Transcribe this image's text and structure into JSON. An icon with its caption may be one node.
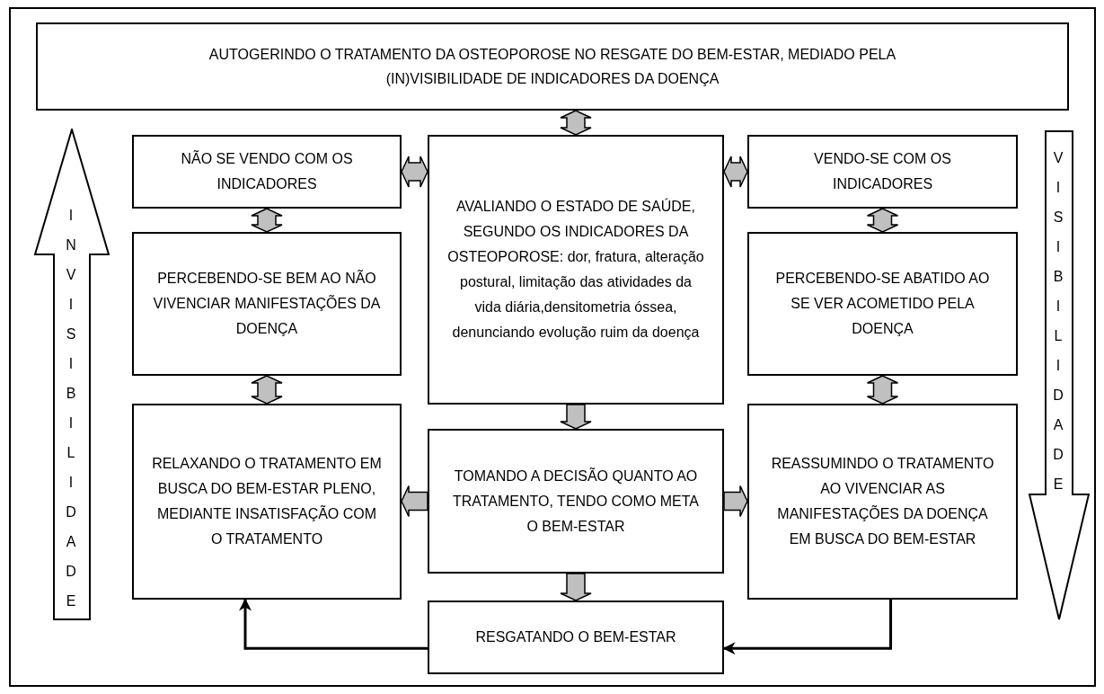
{
  "diagram": {
    "nodes": [
      {
        "text": [
          "AUTOGERINDO O TRATAMENTO DA OSTEOPOROSE NO RESGATE DO BEM-ESTAR, MEDIADO PELA (IN)VISIBILIDADE DE INDICADORES DA DOENÇA"
        ]
      },
      {
        "text": [
          "NÃO SE VENDO COM OS INDICADORES"
        ]
      },
      {
        "text": [
          "AVALIANDO O ESTADO DE SAÚDE, SEGUNDO OS INDICADORES DA OSTEOPOROSE: dor, fratura, alteração postural, limitação das atividades da vida diária,densitometria óssea, denunciando evolução ruim da doença"
        ]
      },
      {
        "text": [
          "VENDO-SE COM OS INDICADORES"
        ]
      },
      {
        "text": [
          "PERCEBENDO-SE BEM AO NÃO VIVENCIAR MANIFESTAÇÕES DA DOENÇA"
        ]
      },
      {
        "text": [
          "PERCEBENDO-SE ABATIDO AO SE VER ACOMETIDO PELA DOENÇA"
        ]
      },
      {
        "text": [
          "RELAXANDO O TRATAMENTO EM BUSCA DO BEM-ESTAR PLENO, MEDIANTE INSATISFAÇÃO COM O TRATAMENTO"
        ]
      },
      {
        "text": [
          "TOMANDO A DECISÃO QUANTO AO TRATAMENTO, TENDO COMO META O BEM-ESTAR"
        ]
      },
      {
        "text": [
          "REASSUMINDO O TRATAMENTO AO VIVENCIAR AS MANIFESTAÇÕES DA DOENÇA EM BUSCA DO BEM-ESTAR"
        ]
      },
      {
        "text": [
          "RESGATANDO O BEM-ESTAR"
        ]
      },
      {
        "text": [
          "INVISIBILIDADE"
        ]
      },
      {
        "text": [
          "VISIBILIDADE"
        ]
      }
    ],
    "edges": [
      {
        "from": 0,
        "to": 2,
        "arrow": "both"
      },
      {
        "from": 1,
        "to": 2,
        "arrow": "both"
      },
      {
        "from": 2,
        "to": 3,
        "arrow": "both"
      },
      {
        "from": 1,
        "to": 4,
        "arrow": "both"
      },
      {
        "from": 3,
        "to": 5,
        "arrow": "both"
      },
      {
        "from": 4,
        "to": 6,
        "arrow": "both"
      },
      {
        "from": 5,
        "to": 8,
        "arrow": "both"
      },
      {
        "from": 2,
        "to": 7,
        "arrow": "to"
      },
      {
        "from": 7,
        "to": 6,
        "arrow": "to"
      },
      {
        "from": 7,
        "to": 8,
        "arrow": "to"
      },
      {
        "from": 7,
        "to": 9,
        "arrow": "to"
      },
      {
        "from": 8,
        "to": 9,
        "arrow": "to",
        "color": "#000000"
      },
      {
        "from": 9,
        "to": 6,
        "arrow": "to",
        "color": "#000000"
      }
    ]
  }
}
